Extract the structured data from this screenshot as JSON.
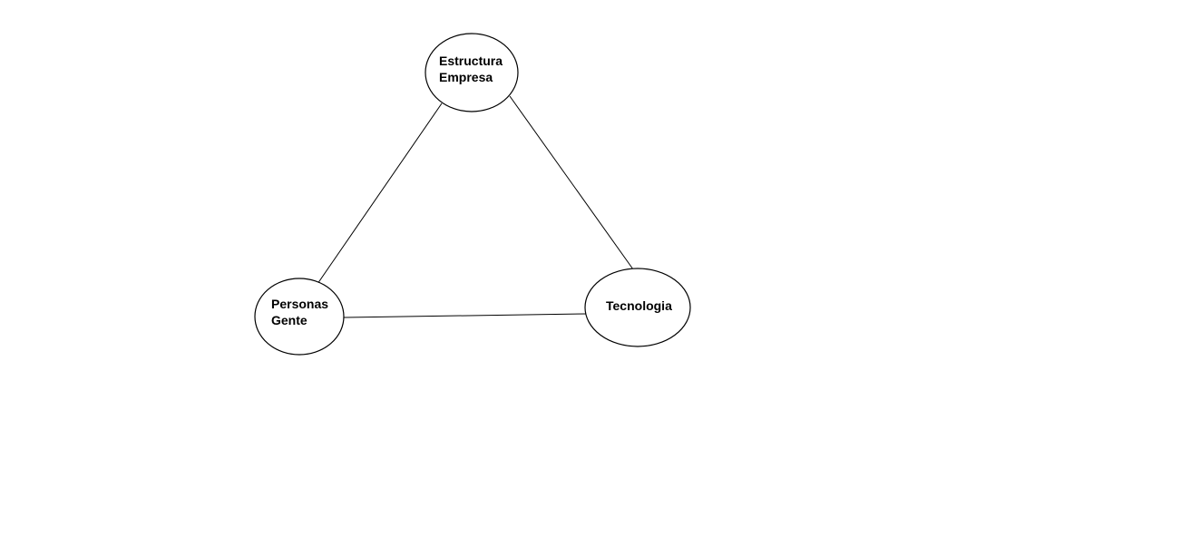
{
  "diagram": {
    "nodes": [
      {
        "id": "estructura",
        "lines": [
          "Estructura",
          "Empresa"
        ]
      },
      {
        "id": "personas",
        "lines": [
          "Personas",
          "Gente"
        ]
      },
      {
        "id": "tecnologia",
        "lines": [
          "Tecnologia"
        ]
      }
    ],
    "edges": [
      {
        "from": "estructura",
        "to": "personas"
      },
      {
        "from": "estructura",
        "to": "tecnologia"
      },
      {
        "from": "personas",
        "to": "tecnologia"
      }
    ],
    "colors": {
      "stroke": "#000000",
      "fill": "#ffffff",
      "background": "#ffffff"
    }
  }
}
